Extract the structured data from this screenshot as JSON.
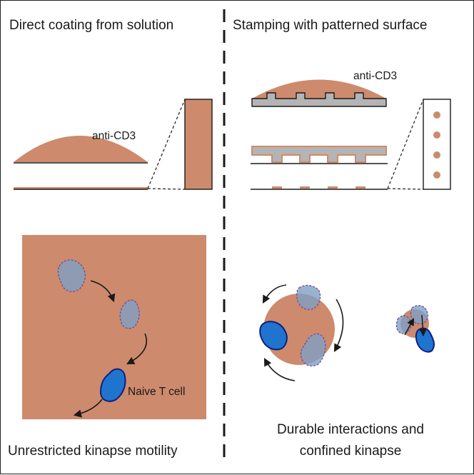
{
  "panels": {
    "left": {
      "title": "Direct coating from solution",
      "antibody_label": "anti-CD3",
      "cell_label": "Naive T cell",
      "caption": "Unrestricted kinapse motility"
    },
    "right": {
      "title": "Stamping with patterned surface",
      "antibody_label": "anti-CD3",
      "caption_line1": "Durable interactions and",
      "caption_line2": "confined kinapse"
    }
  },
  "colors": {
    "antibody": "#cd8a6c",
    "stamp": "#b4b4b4",
    "cell": "#1f74cf",
    "cell_outline": "#10207a",
    "cell_ghost": "#7f9fc6",
    "ghost_outline": "#6a4f9a",
    "line": "#1a1a1a"
  }
}
